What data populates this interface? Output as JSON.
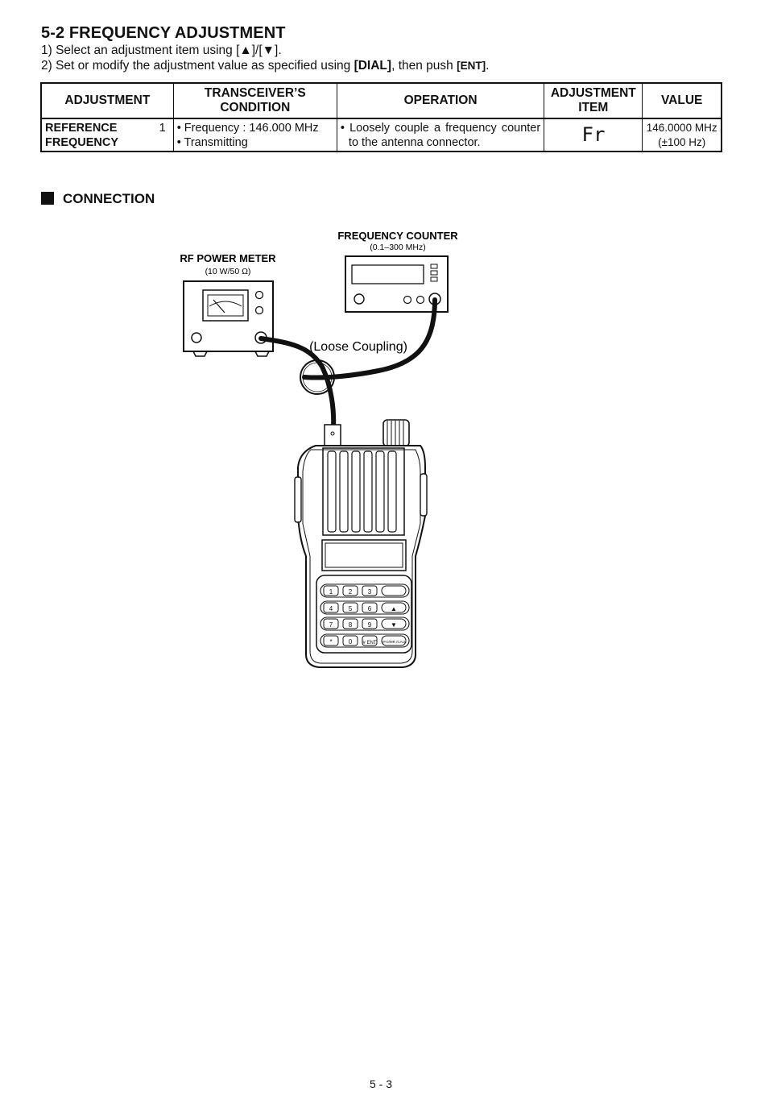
{
  "section": {
    "title": "5-2 FREQUENCY ADJUSTMENT",
    "step1_prefix": "1) Select an adjustment item using [",
    "step1_up": "▲",
    "step1_sep": "]/[",
    "step1_down": "▼",
    "step1_suffix": "].",
    "step2_prefix": "2) Set or modify the adjustment value as specified using ",
    "step2_dial": "[DIAL]",
    "step2_mid": ", then push ",
    "step2_ent": "[ENT]",
    "step2_suffix": "."
  },
  "table": {
    "headers": {
      "adjustment": "ADJUSTMENT",
      "condition_l1": "TRANSCEIVER’S",
      "condition_l2": "CONDITION",
      "operation": "OPERATION",
      "item_l1": "ADJUSTMENT",
      "item_l2": "ITEM",
      "value": "VALUE"
    },
    "row": {
      "name_l1": "REFERENCE",
      "name_l2": "FREQUENCY",
      "number": "1",
      "condition_l1": "• Frequency : 146.000 MHz",
      "condition_l2": "• Transmitting",
      "operation_l1": "• Loosely couple a frequency counter",
      "operation_l2": "to the antenna connector.",
      "item_display": "Fr",
      "value_l1": "146.0000 MHz",
      "value_l2": "(±100 Hz)"
    }
  },
  "connection": {
    "heading": "CONNECTION",
    "rf_meter_label": "RF POWER METER",
    "rf_meter_spec": "(10 W/50 Ω)",
    "counter_label": "FREQUENCY COUNTER",
    "counter_spec": "(0.1–300 MHz)",
    "coupling_note": "(Loose Coupling)",
    "keypad": [
      [
        "1",
        "2",
        "3",
        ""
      ],
      [
        "4",
        "5",
        "6",
        "▲"
      ],
      [
        "7",
        "8",
        "9",
        "▼"
      ],
      [
        "*",
        "0",
        "# ENT",
        "VFO/MR /CALL"
      ]
    ]
  },
  "footer": {
    "page_number": "5 - 3"
  }
}
